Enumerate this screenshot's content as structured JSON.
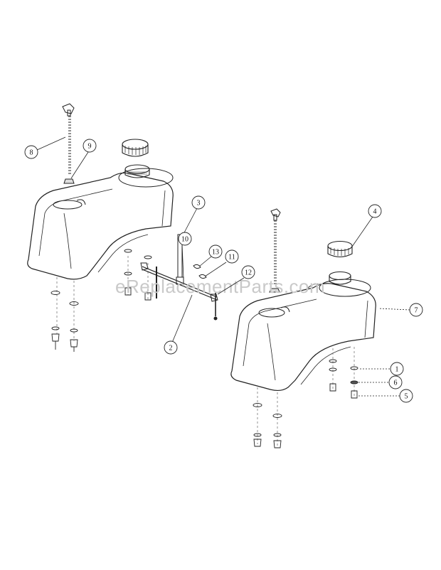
{
  "watermark": "eReplacementParts.com",
  "callouts": [
    {
      "label": "1"
    },
    {
      "label": "2"
    },
    {
      "label": "3"
    },
    {
      "label": "4"
    },
    {
      "label": "5"
    },
    {
      "label": "6"
    },
    {
      "label": "7"
    },
    {
      "label": "8"
    },
    {
      "label": "9"
    },
    {
      "label": "10"
    },
    {
      "label": "11"
    },
    {
      "label": "12"
    },
    {
      "label": "13"
    }
  ]
}
